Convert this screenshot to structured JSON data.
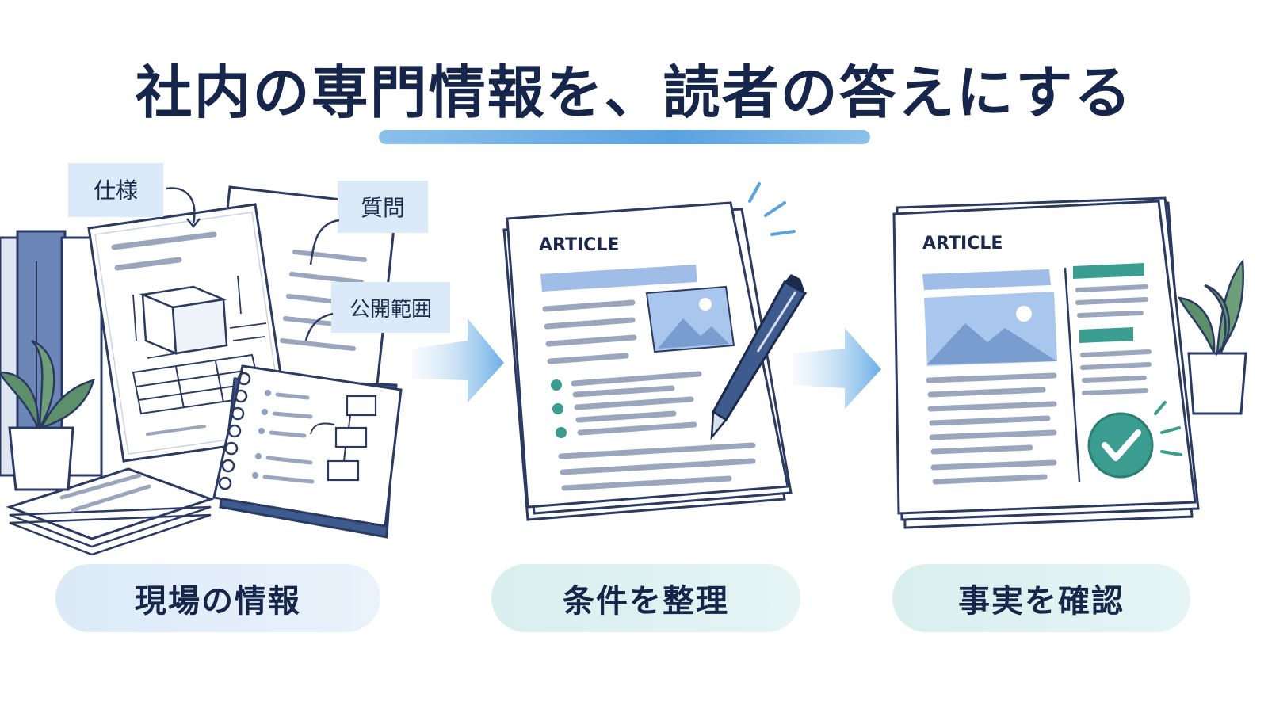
{
  "title": "社内の専門情報を、読者の答えにする",
  "tags": {
    "spec": "仕様",
    "question": "質問",
    "scope": "公開範囲"
  },
  "articles": {
    "draft_header": "ARTICLE",
    "final_header": "ARTICLE"
  },
  "steps": [
    {
      "label": "現場の情報"
    },
    {
      "label": "条件を整理"
    },
    {
      "label": "事実を確認"
    }
  ],
  "colors": {
    "navy": "#1c2a4d",
    "accent_blue": "#5aa2e0",
    "teal": "#3a9d8f",
    "pill_blue": "#dbeaf8",
    "pill_teal": "#d8efee"
  }
}
